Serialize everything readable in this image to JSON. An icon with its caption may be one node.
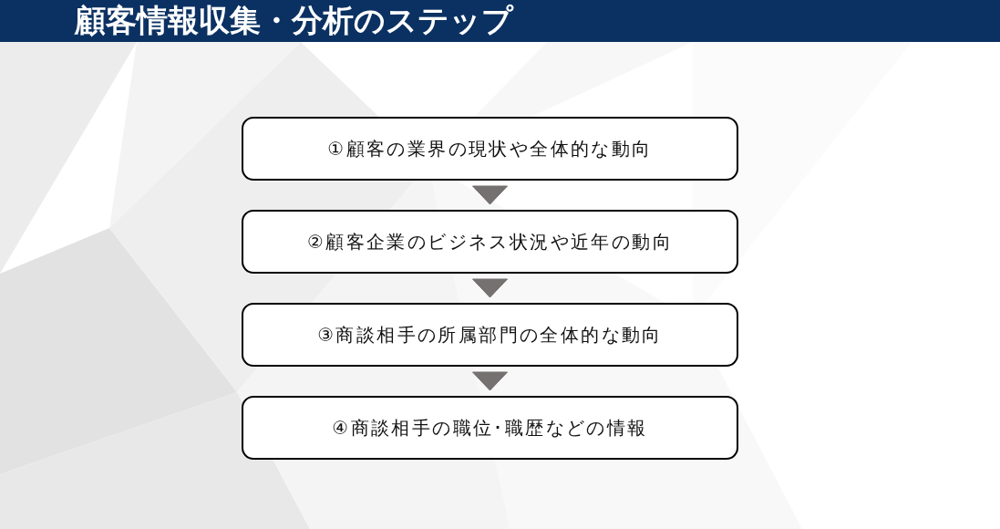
{
  "diagram": {
    "title": "顧客情報収集・分析のステップ",
    "nodes": [
      {
        "text": [
          "①顧客の業界の現状や全体的な動向"
        ]
      },
      {
        "text": [
          "②顧客企業のビジネス状況や近年の動向"
        ]
      },
      {
        "text": [
          "③商談相手の所属部門の全体的な動向"
        ]
      },
      {
        "text": [
          "④商談相手の職位･職歴などの情報"
        ]
      }
    ],
    "edges": [
      {
        "from": 0,
        "to": 1,
        "arrow": "to"
      },
      {
        "from": 1,
        "to": 2,
        "arrow": "to"
      },
      {
        "from": 2,
        "to": 3,
        "arrow": "to"
      }
    ]
  }
}
